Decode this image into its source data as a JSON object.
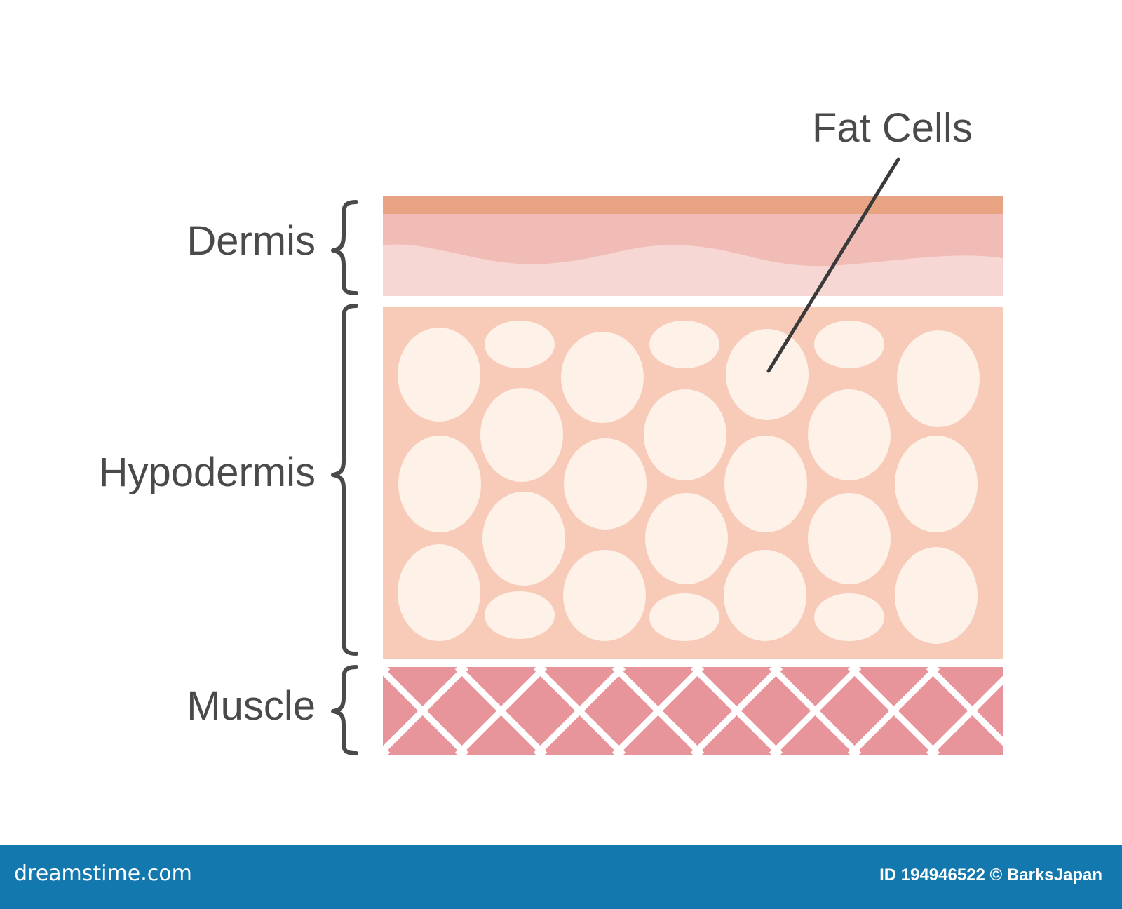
{
  "labels": {
    "dermis": "Dermis",
    "hypodermis": "Hypodermis",
    "muscle": "Muscle",
    "fat_cells": "Fat Cells"
  },
  "footer": {
    "brand": "dreamstime.com",
    "credit": "ID 194946522 © BarksJapan"
  },
  "colors": {
    "epidermis": "#e8a383",
    "dermis_upper": "#f2bcb6",
    "dermis_lower": "#f7d7d4",
    "hypodermis": "#f8cbb9",
    "fat_cell": "#fdf1e8",
    "muscle": "#e7959b",
    "bracket": "#4a4a4a",
    "footer": "#1378ae"
  }
}
